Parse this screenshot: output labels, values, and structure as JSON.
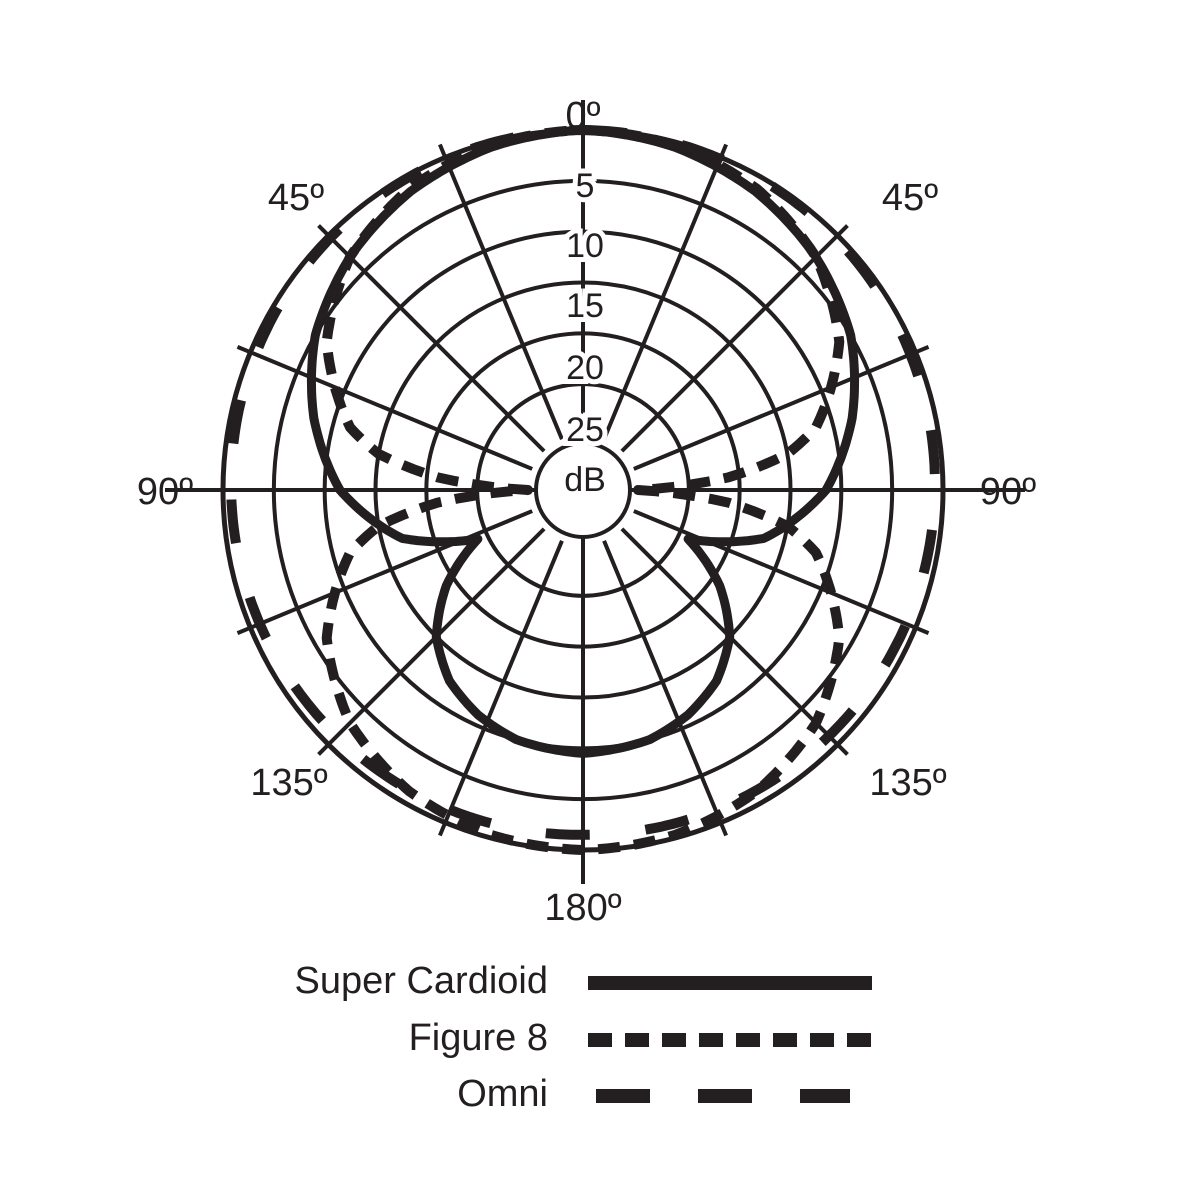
{
  "chart_data": {
    "type": "polar-line",
    "angle_labels": [
      {
        "angle": 0,
        "text": "0º"
      },
      {
        "angle": -45,
        "text": "45º"
      },
      {
        "angle": 45,
        "text": "45º"
      },
      {
        "angle": -90,
        "text": "90º"
      },
      {
        "angle": 90,
        "text": "90º"
      },
      {
        "angle": -135,
        "text": "135º"
      },
      {
        "angle": 135,
        "text": "135º"
      },
      {
        "angle": 180,
        "text": "180º"
      }
    ],
    "radial_ticks": [
      "5",
      "10",
      "15",
      "20",
      "25",
      "dB"
    ],
    "rlim_db": [
      -30,
      0
    ],
    "grid_rings_db": [
      0,
      -5,
      -10,
      -15,
      -20,
      -25
    ],
    "grid_spokes_deg": [
      0,
      22.5,
      45,
      67.5,
      90,
      112.5,
      135,
      157.5,
      180,
      202.5,
      225,
      247.5,
      270,
      292.5,
      315,
      337.5
    ],
    "series": [
      {
        "name": "Super Cardioid",
        "style": "solid",
        "theta": [
          0,
          15,
          30,
          45,
          60,
          75,
          90,
          105,
          115,
          125,
          135,
          145,
          155,
          165,
          180
        ],
        "r_db": [
          0,
          -0.5,
          -1.5,
          -3,
          -5,
          -8,
          -11.5,
          -17,
          -24,
          -19,
          -15,
          -12.5,
          -11,
          -10,
          -9.5
        ]
      },
      {
        "name": "Figure 8",
        "style": "short-dash",
        "theta": [
          0,
          15,
          30,
          45,
          60,
          75,
          80,
          85,
          90,
          95,
          100,
          105,
          120,
          135,
          150,
          165,
          180
        ],
        "r_db": [
          0,
          -0.3,
          -1.2,
          -3,
          -6.3,
          -11.7,
          -15,
          -21,
          -30,
          -21,
          -15,
          -11.7,
          -6.3,
          -3,
          -1.2,
          -0.3,
          0
        ]
      },
      {
        "name": "Omni",
        "style": "long-dash",
        "theta": [
          0,
          45,
          90,
          135,
          180
        ],
        "r_db": [
          0,
          -0.3,
          -0.8,
          -1.2,
          -1.5
        ]
      }
    ],
    "legend": {
      "placement": "bottom",
      "entries": [
        {
          "label": "Super Cardioid",
          "style": "solid"
        },
        {
          "label": "Figure 8",
          "style": "short-dash"
        },
        {
          "label": "Omni",
          "style": "long-dash"
        }
      ]
    },
    "colors": {
      "ink": "#231f20",
      "background": "#ffffff"
    }
  }
}
